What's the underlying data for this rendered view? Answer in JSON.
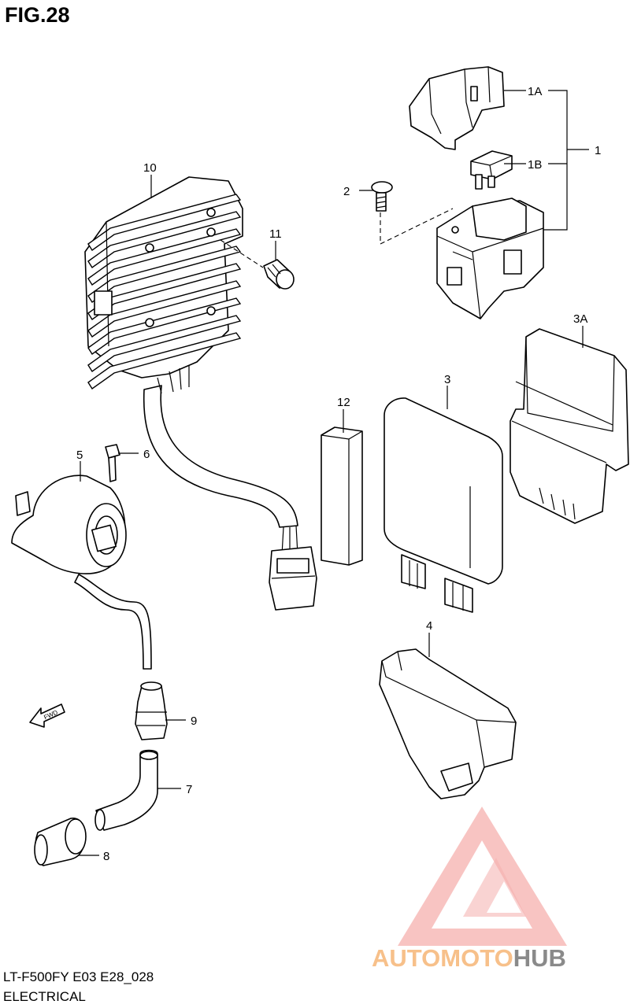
{
  "header": {
    "figure_label": "FIG.28"
  },
  "footer": {
    "model_code": "LT-F500FY E03 E28_028",
    "section_title": "ELECTRICAL"
  },
  "callouts": [
    {
      "id": "1",
      "text": "1"
    },
    {
      "id": "1A",
      "text": "1A"
    },
    {
      "id": "1B",
      "text": "1B"
    },
    {
      "id": "2",
      "text": "2"
    },
    {
      "id": "3",
      "text": "3"
    },
    {
      "id": "3A",
      "text": "3A"
    },
    {
      "id": "4",
      "text": "4"
    },
    {
      "id": "5",
      "text": "5"
    },
    {
      "id": "6",
      "text": "6"
    },
    {
      "id": "7",
      "text": "7"
    },
    {
      "id": "8",
      "text": "8"
    },
    {
      "id": "9",
      "text": "9"
    },
    {
      "id": "10",
      "text": "10"
    },
    {
      "id": "11",
      "text": "11"
    },
    {
      "id": "12",
      "text": "12"
    }
  ],
  "direction_marker": {
    "text": "FWD"
  },
  "watermark": {
    "part1": "AUTOMOTO",
    "part2": "HUB",
    "color_primary": "#f28b82",
    "color_secondary": "#f7c08a",
    "color_text_dark": "#8a8a8a"
  }
}
